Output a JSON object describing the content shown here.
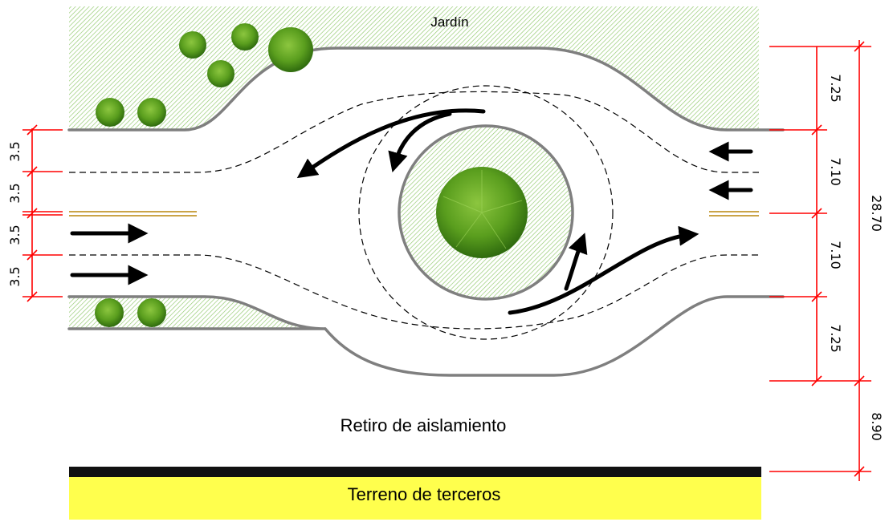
{
  "labels": {
    "garden": "Jardín",
    "setback": "Retiro de aislamiento",
    "third_party_land": "Terreno de terceros"
  },
  "left_dimensions": [
    "3.5",
    "3.5",
    "3.5",
    "3.5"
  ],
  "right_dimensions": [
    "7.25",
    "7.10",
    "7.10",
    "7.25"
  ],
  "total_dimension": "28.70",
  "setback_dimension": "8.90",
  "colors": {
    "garden_hatch": "#8fc86a",
    "road_edge": "#7f7f7f",
    "dimension_lines": "#ff0000",
    "third_party_fill": "#ffff4d",
    "boundary_bar": "#111111",
    "tree": "#4e8f1a",
    "median_lines": "#b8860b"
  }
}
